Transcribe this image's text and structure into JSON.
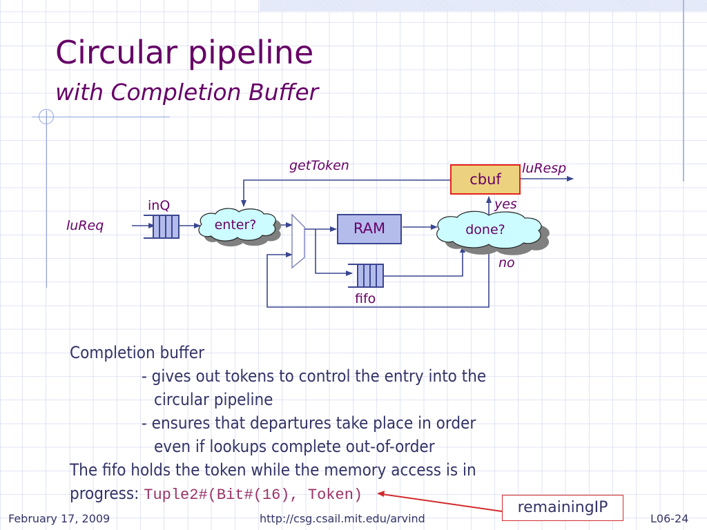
{
  "slide": {
    "title": "Circular pipeline",
    "subtitle": "with Completion Buffer"
  },
  "diagram": {
    "labels": {
      "getToken": "getToken",
      "luResp": "luResp",
      "cbuf": "cbuf",
      "inQ": "inQ",
      "luReq": "luReq",
      "enter": "enter?",
      "ram": "RAM",
      "done": "done?",
      "yes": "yes",
      "no": "no",
      "fifo": "fifo"
    },
    "colors": {
      "wire": "#3a4690",
      "cbuf_fill": "#ecd27e",
      "cbuf_border": "#e8201c",
      "ram_fill": "#b4bcec",
      "queue_fill": "#b4bcec",
      "cloud_fill": "#ccfcff",
      "cloud_shadow": "#808080",
      "text": "#660066"
    }
  },
  "body": {
    "line1": "Completion buffer",
    "line2": "- gives out tokens to control the entry into the",
    "line3": "circular pipeline",
    "line4": "- ensures that departures take place in order",
    "line5": "even if lookups complete out-of-order",
    "line6": "The fifo holds the token while the memory access is in",
    "line7_prefix": "progress: ",
    "line7_code": "Tuple2#(Bit#(16), Token)"
  },
  "callout": {
    "label": "remainingIP"
  },
  "footer": {
    "date": "February 17, 2009",
    "url": "http://csg.csail.mit.edu/arvind",
    "slide_number": "L06-24"
  }
}
